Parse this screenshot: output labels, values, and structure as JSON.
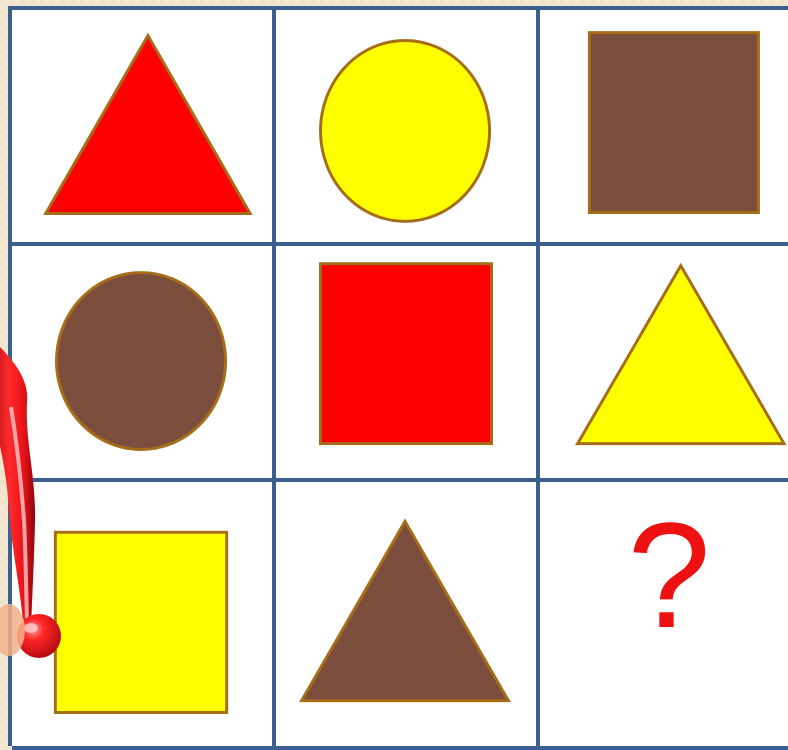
{
  "puzzle": {
    "rows": 3,
    "cols": 3,
    "colors": {
      "grid_line": "#3b5f8f",
      "outline": "#a56d18",
      "red": "#ff0000",
      "yellow": "#ffff00",
      "brown": "#7b4d3c",
      "question": "#ee1111"
    },
    "cells": [
      {
        "shape": "triangle",
        "color": "red"
      },
      {
        "shape": "circle",
        "color": "yellow"
      },
      {
        "shape": "square",
        "color": "brown"
      },
      {
        "shape": "circle",
        "color": "brown"
      },
      {
        "shape": "square",
        "color": "red"
      },
      {
        "shape": "triangle",
        "color": "yellow"
      },
      {
        "shape": "square",
        "color": "yellow"
      },
      {
        "shape": "triangle",
        "color": "brown"
      },
      {
        "shape": "unknown",
        "color": "question"
      }
    ],
    "question_mark": "?"
  },
  "decoration": {
    "icon": "exclamation-icon",
    "color": "#e8141a"
  }
}
